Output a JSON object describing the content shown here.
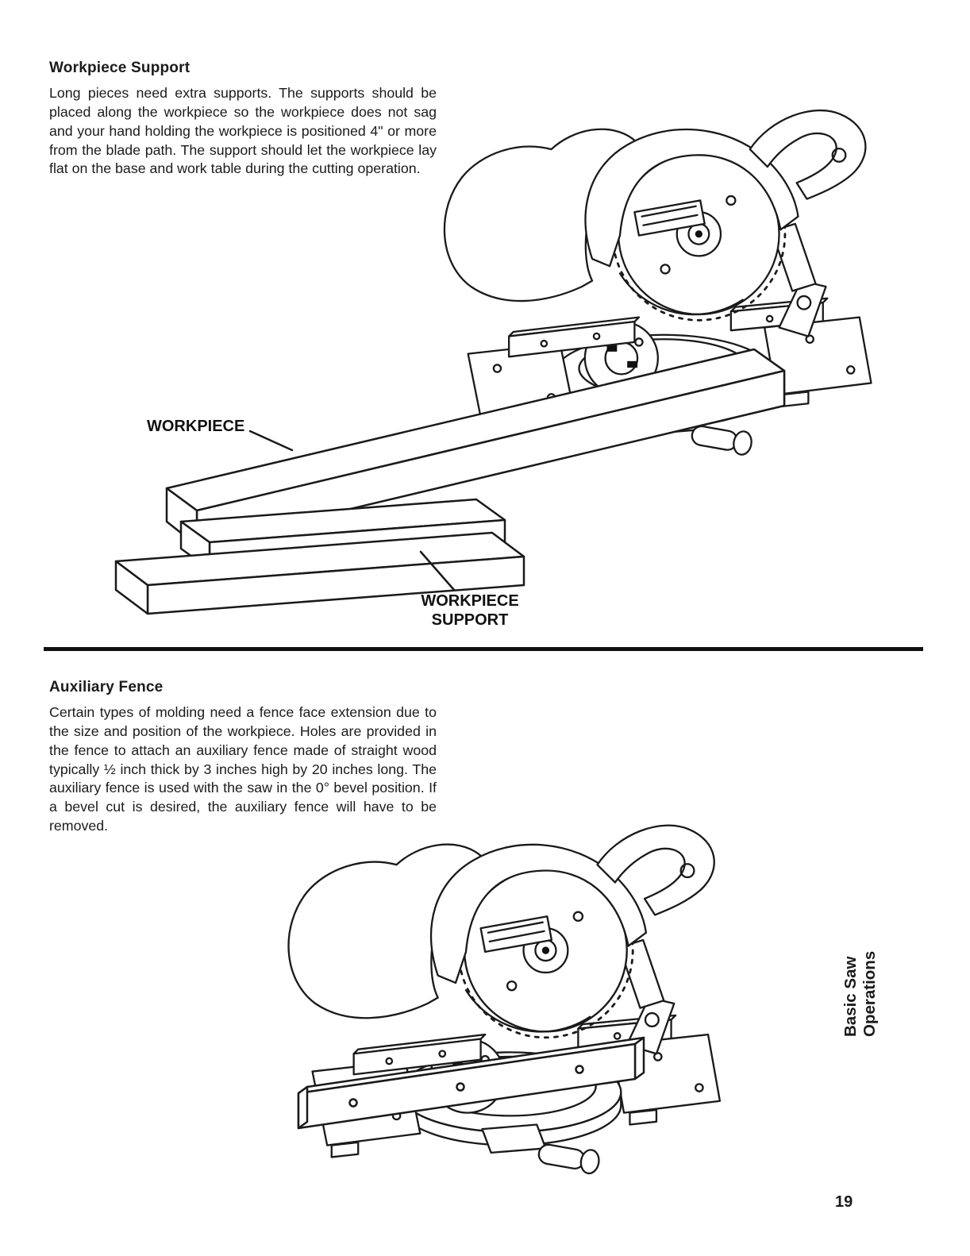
{
  "page": {
    "number": "19",
    "sidebar_label_line1": "Basic Saw",
    "sidebar_label_line2": "Operations",
    "ink_color": "#1b1b1b"
  },
  "sections": {
    "workpiece_support": {
      "heading": "Workpiece Support",
      "body": "Long pieces need extra supports. The supports should be placed along the workpiece so the workpiece does not sag and your hand holding the workpiece is positioned 4\" or more from the blade path. The support should let the workpiece lay flat on the base and work table during the cutting operation.",
      "figure_labels": {
        "workpiece": "WORKPIECE",
        "support_line1": "WORKPIECE",
        "support_line2": "SUPPORT"
      }
    },
    "auxiliary_fence": {
      "heading": "Auxiliary Fence",
      "body": "Certain types of molding need a fence face extension due to the size and position of the workpiece. Holes are provided in the fence to attach an auxiliary fence made of straight wood typically ½ inch thick by 3 inches high by 20 inches long. The auxiliary fence is used with the saw in the 0° bevel position. If a bevel cut is desired, the auxiliary fence will have to be removed."
    }
  }
}
